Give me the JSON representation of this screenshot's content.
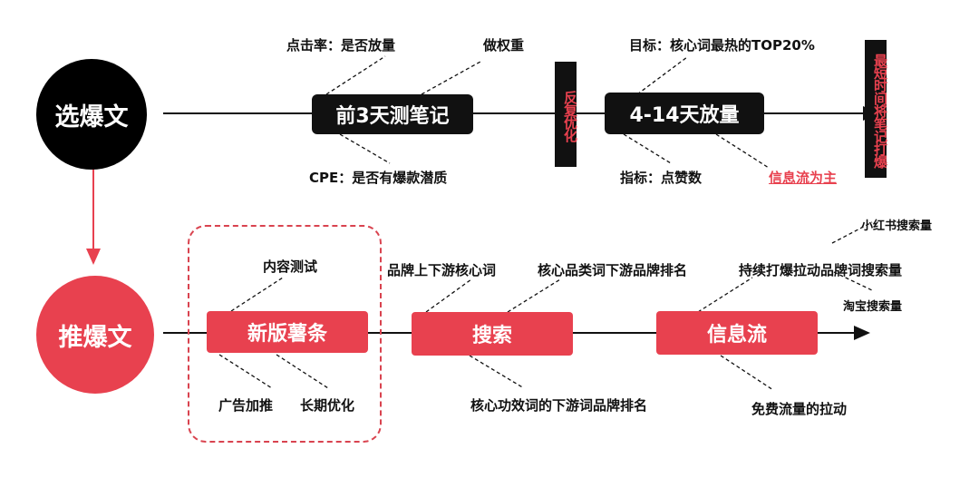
{
  "colors": {
    "accent_red": "#e8414f",
    "black": "#111111"
  },
  "top_row": {
    "circle": "选爆文",
    "box1": "前3天测笔记",
    "box1_labels": {
      "top_left": "点击率：是否放量",
      "top_right": "做权重",
      "bottom": "CPE：是否有爆款潜质"
    },
    "vertical_mid": "反复优化",
    "box2": "4-14天放量",
    "box2_labels": {
      "top": "目标：核心词最热的TOP20%",
      "bottom_left": "指标：点赞数",
      "bottom_right": "信息流为主"
    },
    "vertical_end": "最短时间将笔记打爆"
  },
  "bottom_row": {
    "circle": "推爆文",
    "box1": "新版薯条",
    "box1_labels": {
      "top": "内容测试",
      "bottom_left": "广告加推",
      "bottom_right": "长期优化"
    },
    "box2": "搜索",
    "box2_labels": {
      "top_left": "品牌上下游核心词",
      "top_right": "核心品类词下游品牌排名",
      "bottom": "核心功效词的下游词品牌排名"
    },
    "box3": "信息流",
    "box3_labels": {
      "top": "持续打爆拉动品牌词搜索量",
      "top_small": "小红书搜索量",
      "right_small": "淘宝搜索量",
      "bottom": "免费流量的拉动"
    }
  }
}
